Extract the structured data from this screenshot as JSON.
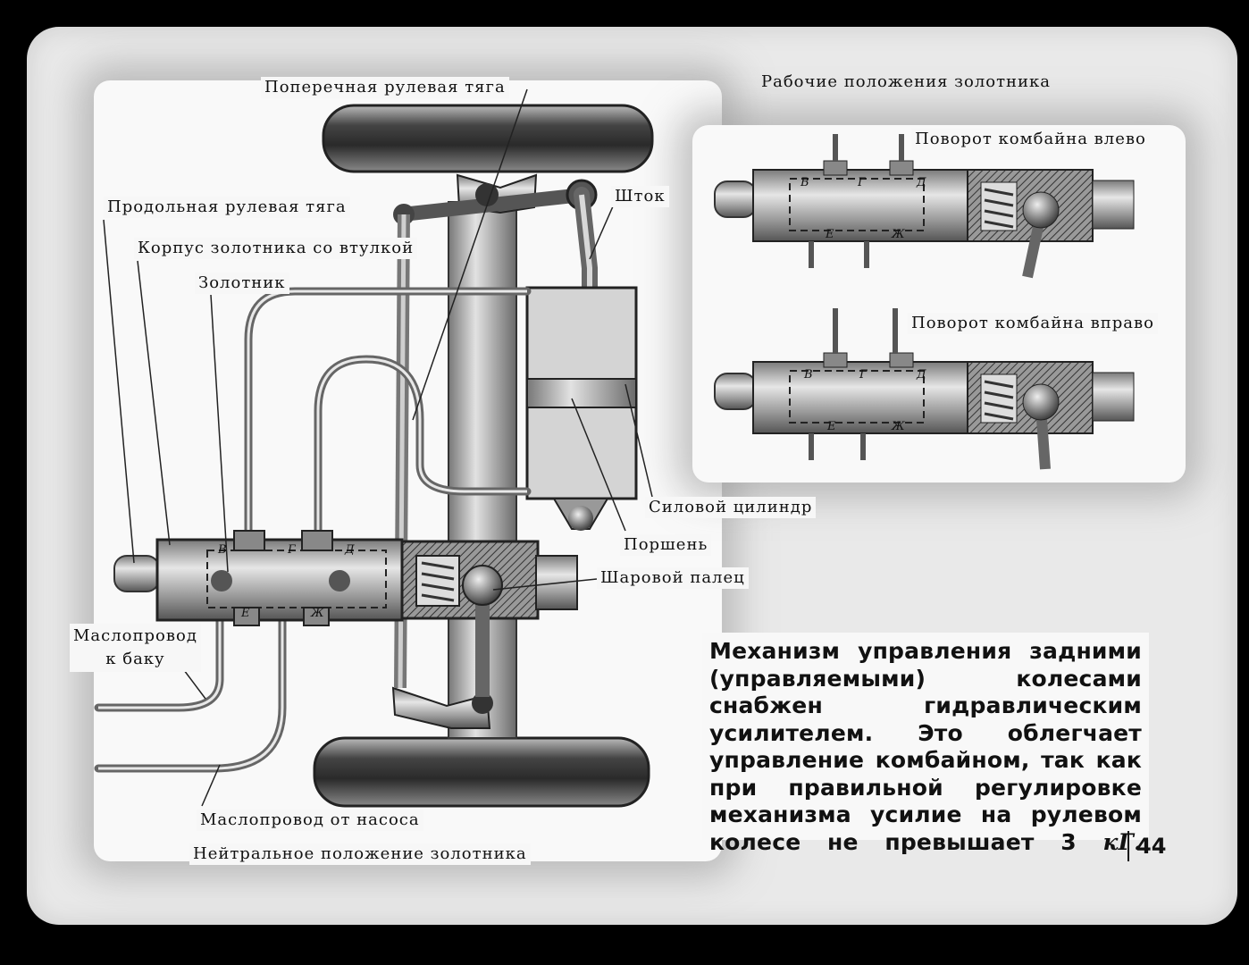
{
  "labels": {
    "tie_rod": "Поперечная рулевая тяга",
    "drag_link": "Продольная рулевая тяга",
    "valve_body": "Корпус золотника со втулкой",
    "spool": "Золотник",
    "rod": "Шток",
    "cylinder": "Силовой цилиндр",
    "piston": "Поршень",
    "ball_pin": "Шаровой палец",
    "oil_line_tank": "Маслопровод\nк баку",
    "oil_line_pump": "Маслопровод от насоса",
    "neutral_position": "Нейтральное положение золотника",
    "working_positions": "Рабочие положения золотника",
    "turn_left": "Поворот комбайна влево",
    "turn_right": "Поворот комбайна вправо"
  },
  "port_letters": [
    "В",
    "Г",
    "Д",
    "Е",
    "Ж"
  ],
  "caption": {
    "text": "Механизм управления задними (управляемыми) колесами снабжен гидравлическим усилителем. Это облегчает управление комбайном, так как при правильной регулировке механизма усилие на рулевом колесе не превышает 3",
    "unit": "кГ."
  },
  "page_number": "44"
}
